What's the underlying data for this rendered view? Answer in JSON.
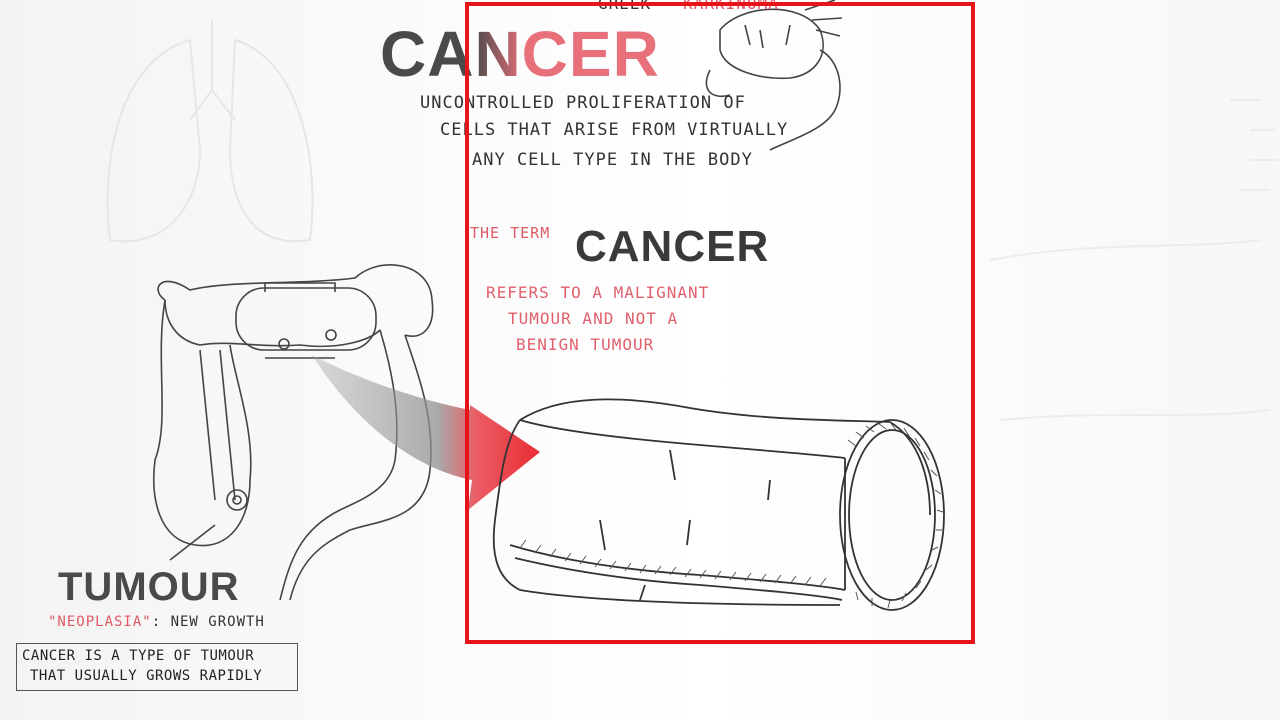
{
  "greek_label": "GREEK",
  "greek_word": "KARKINOMA",
  "heading_cancer": "CANCER",
  "definition_lines": [
    "UNCONTROLLED PROLIFERATION OF",
    "CELLS THAT ARISE FROM VIRTUALLY",
    "ANY CELL TYPE IN THE BODY"
  ],
  "term_prefix": "THE TERM",
  "term_word": "CANCER",
  "malignant_lines": [
    "REFERS TO A MALIGNANT",
    "TUMOUR AND NOT A",
    "BENIGN TUMOUR"
  ],
  "tumour_heading": "TUMOUR",
  "neoplasia_quote": "\"NEOPLASIA\"",
  "neoplasia_meaning": ": NEW GROWTH",
  "tumour_note_lines": [
    "CANCER IS A TYPE OF TUMOUR",
    "THAT USUALLY GROWS RAPIDLY"
  ],
  "colors": {
    "highlight_frame": "#e8141c",
    "red_ink": "#d9534f",
    "dark_ink": "#333333"
  }
}
